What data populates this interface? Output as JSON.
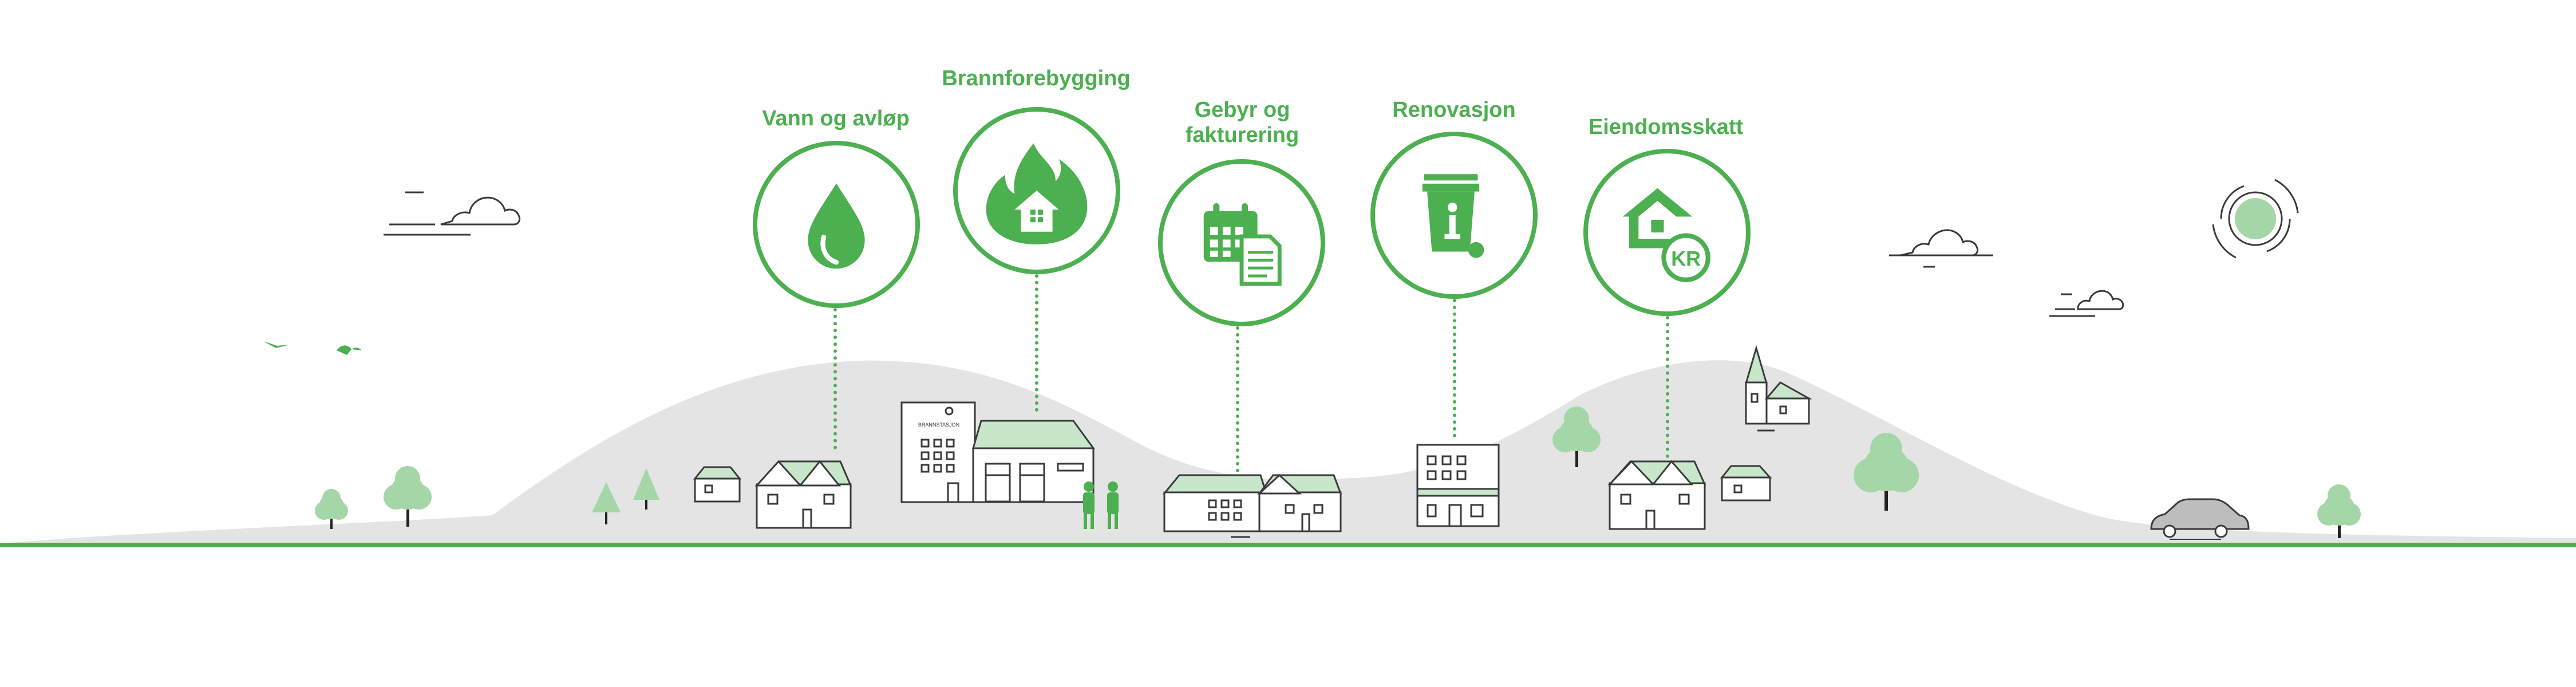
{
  "colors": {
    "accent": "#4caf50",
    "accent_light": "#a5d6a7",
    "hill": "#e3e3e3",
    "ground_line": "#4caf50",
    "outline": "#3a3a3a"
  },
  "services": [
    {
      "label": "Vann og avløp",
      "icon": "water-drop-icon"
    },
    {
      "label": "Brannforebygging",
      "icon": "fire-house-icon"
    },
    {
      "label": "Gebyr og\nfakturering",
      "icon": "calendar-invoice-icon"
    },
    {
      "label": "Renovasjon",
      "icon": "waste-bin-info-icon"
    },
    {
      "label": "Eiendomsskatt",
      "icon": "house-kr-icon",
      "badge": "KR"
    }
  ],
  "scene": {
    "fire_station_sign": "BRANNSTASJON"
  }
}
